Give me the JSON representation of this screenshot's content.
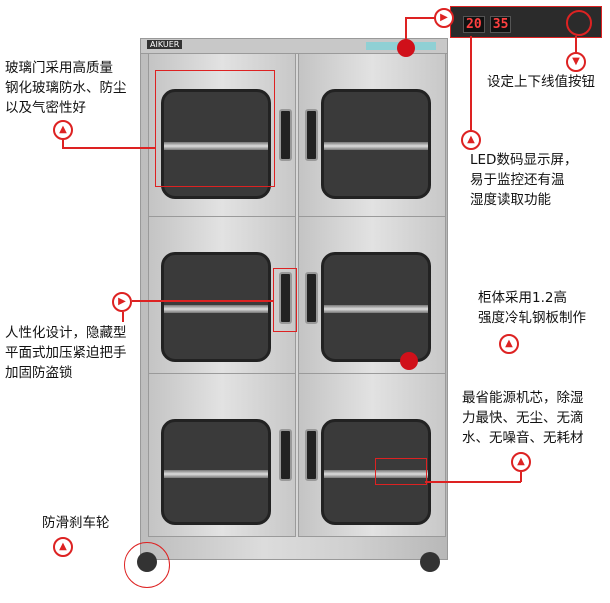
{
  "brand": "AIKUER",
  "display": {
    "temp": "20",
    "humidity": "35"
  },
  "annotations": {
    "glass": [
      "玻璃门采用高质量",
      "钢化玻璃防水、防尘",
      "以及气密性好"
    ],
    "buttons": [
      "设定上下线值按钮"
    ],
    "led": [
      "LED数码显示屏，",
      "易于监控还有温",
      "湿度读取功能"
    ],
    "handle": [
      "人性化设计，隐藏型",
      "平面式加压紧迫把手",
      "加固防盗锁"
    ],
    "steel": [
      "柜体采用1.2高",
      "强度冷轧钢板制作"
    ],
    "core": [
      "最省能源机芯，除湿",
      "力最快、无尘、无滴",
      "水、无噪音、无耗材"
    ],
    "wheel": [
      "防滑刹车轮"
    ]
  },
  "colors": {
    "accent": "#d22222"
  }
}
